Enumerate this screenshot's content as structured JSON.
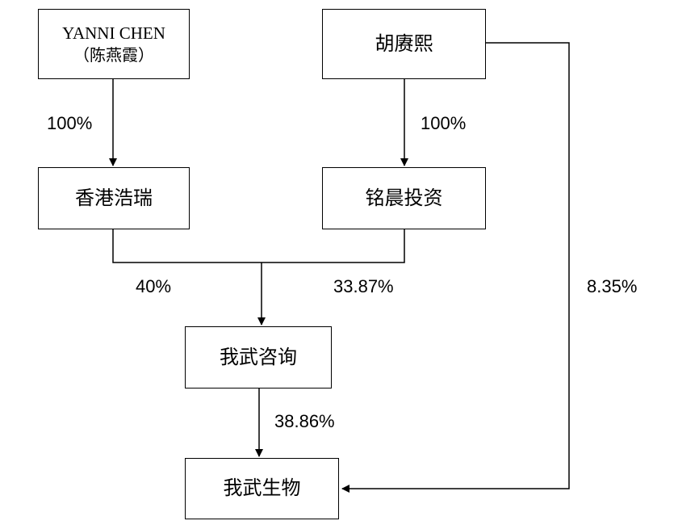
{
  "nodes": {
    "yanni_chen": {
      "name": "YANNI CHEN",
      "alias": "（陈燕霞）"
    },
    "hu_gengxi": {
      "name": "胡赓熙"
    },
    "hong_kong_haorui": {
      "name": "香港浩瑞"
    },
    "mingchen_investment": {
      "name": "铭晨投资"
    },
    "wowu_consulting": {
      "name": "我武咨询"
    },
    "wowu_bio": {
      "name": "我武生物"
    }
  },
  "edges": [
    {
      "from": "yanni_chen",
      "to": "hong_kong_haorui",
      "label": "100%"
    },
    {
      "from": "hu_gengxi",
      "to": "mingchen_investment",
      "label": "100%"
    },
    {
      "from": "hong_kong_haorui",
      "to": "wowu_consulting",
      "label": "40%"
    },
    {
      "from": "mingchen_investment",
      "to": "wowu_consulting",
      "label": "33.87%"
    },
    {
      "from": "wowu_consulting",
      "to": "wowu_bio",
      "label": "38.86%"
    },
    {
      "from": "hu_gengxi",
      "to": "wowu_bio",
      "label": "8.35%"
    }
  ]
}
